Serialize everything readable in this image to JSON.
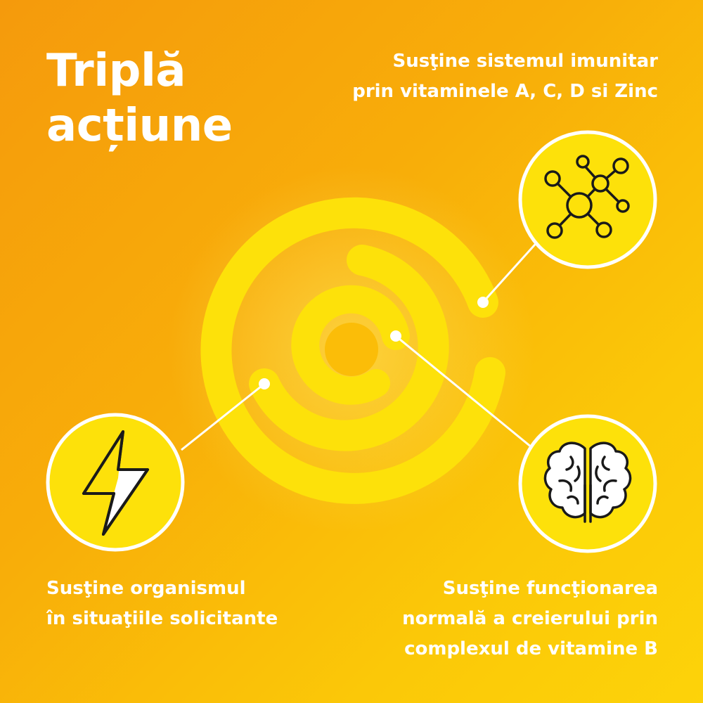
{
  "title": {
    "line1": "Triplă",
    "line2": "acțiune"
  },
  "benefits": {
    "immunity": {
      "icon": "molecule-icon",
      "line1": "Susţine sistemul imunitar",
      "line2": "prin vitaminele A, C, D si Zinc"
    },
    "energy": {
      "icon": "lightning-bolt-icon",
      "line1": "Susţine organismul",
      "line2": "în situaţiile solicitante"
    },
    "brain": {
      "icon": "brain-icon",
      "line1": "Susţine funcţionarea",
      "line2": "normală a creierului prin",
      "line3": "complexul de vitamine B"
    }
  },
  "colors": {
    "background_start": "#f59a0c",
    "background_end": "#fdd309",
    "accent_yellow": "#fde10a",
    "text": "#ffffff",
    "icon_stroke": "#1a1a1a"
  }
}
